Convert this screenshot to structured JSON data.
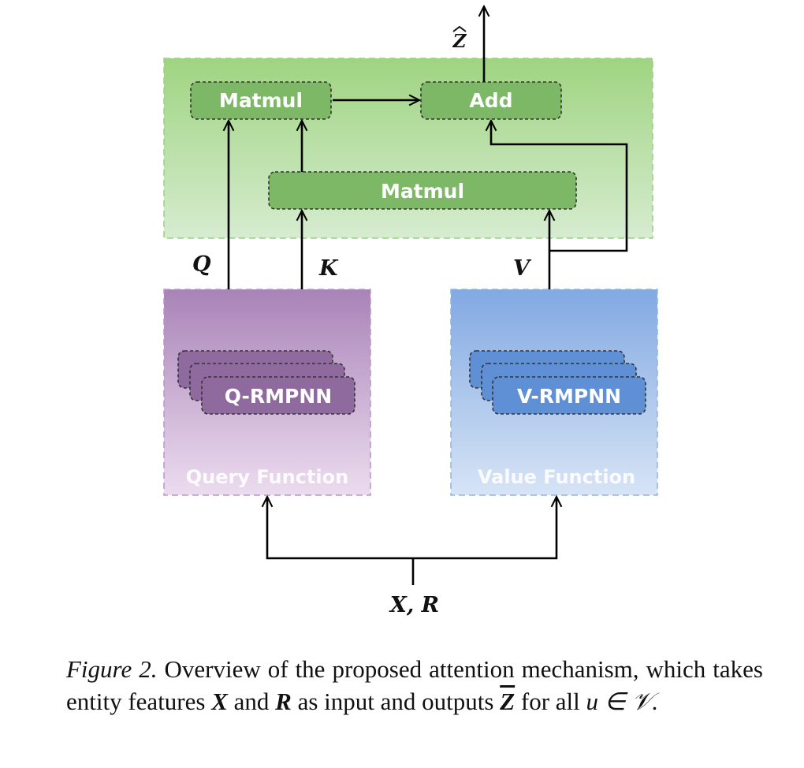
{
  "nodes": {
    "matmul_top": "Matmul",
    "add": "Add",
    "matmul_mid": "Matmul",
    "q_rmpnn": "Q-RMPNN",
    "v_rmpnn": "V-RMPNN",
    "query_function": "Query Function",
    "value_function": "Value Function"
  },
  "labels": {
    "q": "Q",
    "k": "K",
    "v": "V",
    "input": "X, R",
    "output": "Z"
  },
  "caption": {
    "fig_label": "Figure 2.",
    "text_1": "Overview of the proposed attention mechanism, which takes entity features",
    "var_x": "X",
    "text_and": "and",
    "var_r": "R",
    "text_2": "as input and outputs",
    "var_z": "Z",
    "text_3": "for all",
    "math_end": "u ∈ 𝒱."
  },
  "colors": {
    "green_panel": "#a8d98a",
    "green_node": "#7db866",
    "purple_panel": "#b08cc0",
    "purple_node": "#8e6a9e",
    "blue_panel": "#86aee3",
    "blue_node": "#5f8fd4"
  }
}
